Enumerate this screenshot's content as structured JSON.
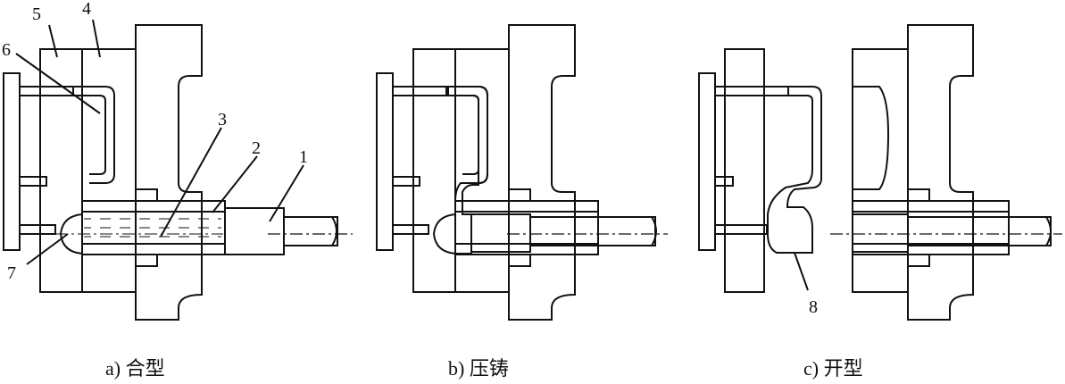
{
  "panels": [
    {
      "caption": "a) 合型"
    },
    {
      "caption": "b) 压铸"
    },
    {
      "caption": "c) 开型"
    }
  ],
  "callouts": {
    "n1": "1",
    "n2": "2",
    "n3": "3",
    "n4": "4",
    "n5": "5",
    "n6": "6",
    "n7": "7",
    "n8": "8"
  },
  "colors": {
    "line": "#111111",
    "casting": "#a8a8a8",
    "hatch": "#111111"
  }
}
